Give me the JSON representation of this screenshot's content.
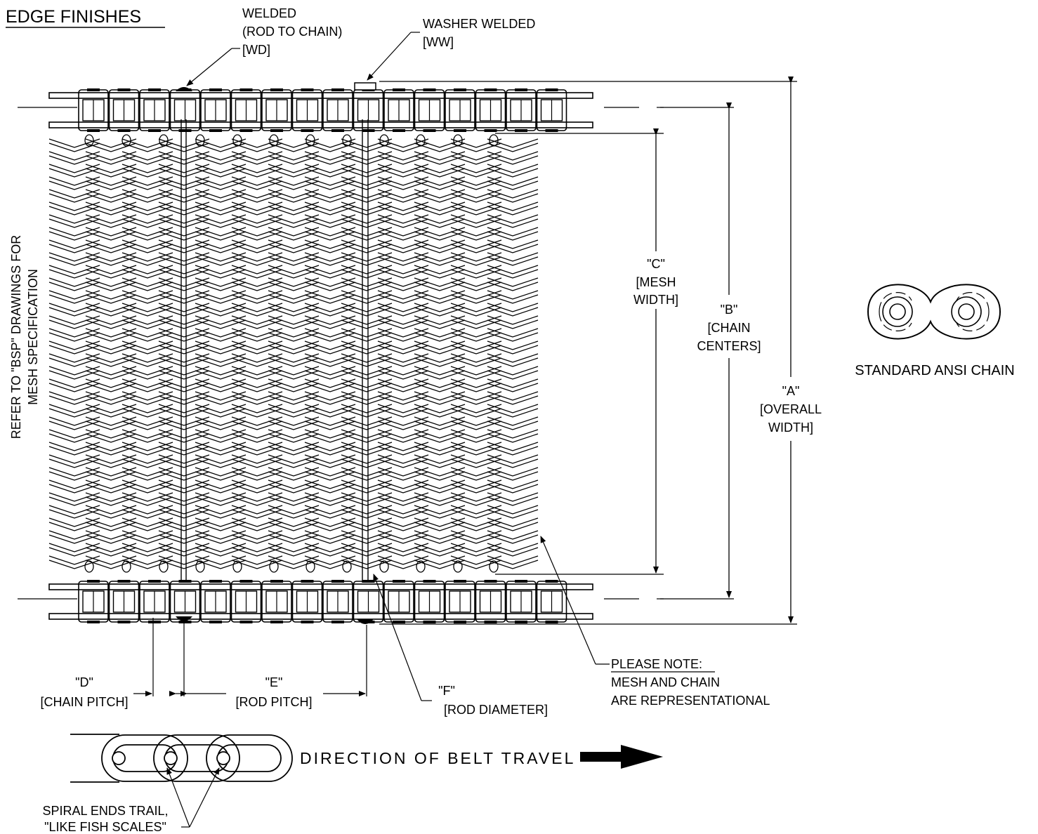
{
  "title": "EDGE FINISHES",
  "callouts": {
    "welded": [
      "WELDED",
      "(ROD TO CHAIN)",
      "[WD]"
    ],
    "washer_welded": [
      "WASHER WELDED",
      "[WW]"
    ]
  },
  "side_note": [
    "REFER TO \"BSP\" DRAWINGS FOR",
    "MESH SPECIFICATION"
  ],
  "dimensions": {
    "c": [
      "\"C\"",
      "[MESH",
      "WIDTH]"
    ],
    "b": [
      "\"B\"",
      "[CHAIN",
      "CENTERS]"
    ],
    "a": [
      "\"A\"",
      "[OVERALL",
      "WIDTH]"
    ],
    "d": [
      "\"D\"",
      "[CHAIN PITCH]"
    ],
    "e": [
      "\"E\"",
      "[ROD PITCH]"
    ],
    "f": [
      "\"F\"",
      "[ROD DIAMETER]"
    ]
  },
  "chain_label": "STANDARD ANSI CHAIN",
  "note": {
    "heading": "PLEASE NOTE:",
    "lines": [
      "MESH AND CHAIN",
      "ARE REPRESENTATIONAL"
    ]
  },
  "direction": "DIRECTION OF BELT TRAVEL",
  "spiral_note": [
    "SPIRAL ENDS TRAIL,",
    "\"LIKE FISH SCALES\""
  ]
}
